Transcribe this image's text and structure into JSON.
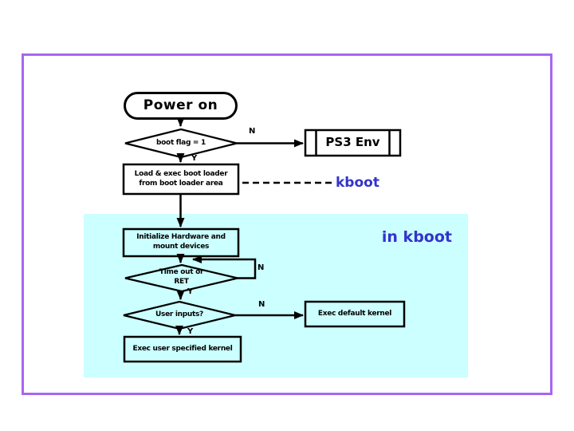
{
  "colors": {
    "line": "#000000",
    "border": "#a865f2",
    "region": "#ccffff",
    "accent": "#3333cc"
  },
  "nodes": {
    "power_on": "Power on",
    "boot_flag": "boot flag = 1",
    "ps3_env": "PS3 Env",
    "load_boot_loader": "Load & exec boot loader\nfrom boot loader area",
    "initialize_hw": "Initialize Hardware and\nmount devices",
    "time_out": "Time out or\nRET",
    "user_inputs": "User inputs?",
    "exec_default": "Exec default kernel",
    "exec_user": "Exec user specified kernel"
  },
  "annotations": {
    "kboot": "kboot",
    "in_kboot": "in kboot"
  },
  "edge_labels": {
    "boot_flag_no": "N",
    "boot_flag_yes": "Y",
    "timeout_no": "N",
    "timeout_yes": "Y",
    "user_no": "N",
    "user_yes": "Y"
  }
}
